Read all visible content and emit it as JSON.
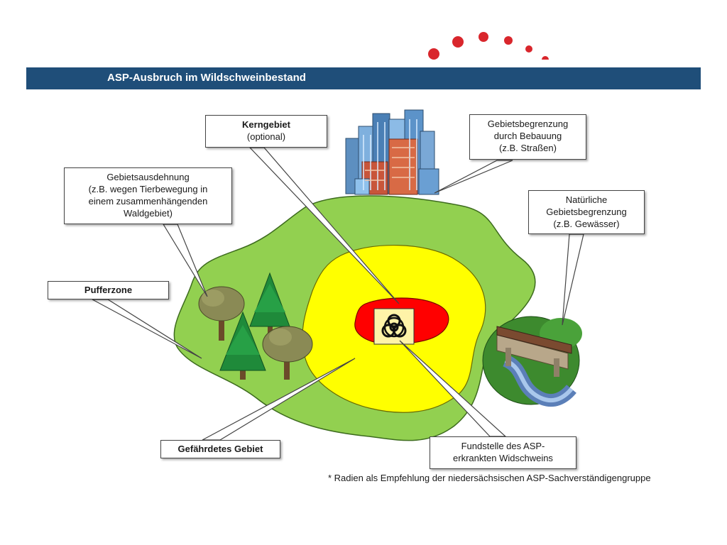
{
  "header": {
    "title": "ASP-Ausbruch im Wildschweinbestand"
  },
  "callouts": {
    "kerngebiet": {
      "title": "Kerngebiet",
      "subtitle": "(optional)"
    },
    "bebauung": {
      "line1": "Gebietsbegrenzung",
      "line2": "durch Bebauung",
      "line3": "(z.B. Straßen)"
    },
    "ausdehnung": {
      "line1": "Gebietsausdehnung",
      "line2": "(z.B. wegen Tierbewegung in",
      "line3": "einem zusammenhängenden",
      "line4": "Waldgebiet)"
    },
    "natuerlich": {
      "line1": "Natürliche",
      "line2": "Gebietsbegrenzung",
      "line3": "(z.B. Gewässer)"
    },
    "pufferzone": {
      "title": "Pufferzone"
    },
    "gefaehrdet": {
      "title": "Gefährdetes Gebiet"
    },
    "fundstelle": {
      "line1": "Fundstelle des ASP-",
      "line2": "erkrankten Widschweins"
    }
  },
  "footnote": "* Radien als Empfehlung der niedersächsischen ASP-Sachverständigengruppe",
  "colors": {
    "header_bg": "#1f4e79",
    "buffer_zone": "#92d050",
    "endangered_zone": "#ffff00",
    "core_zone": "#ff0000",
    "logo_dots": "#d9262c"
  },
  "icons": [
    "biohazard-icon",
    "city-buildings-icon",
    "forest-trees-icon",
    "river-bridge-icon",
    "logo-dots-icon"
  ]
}
